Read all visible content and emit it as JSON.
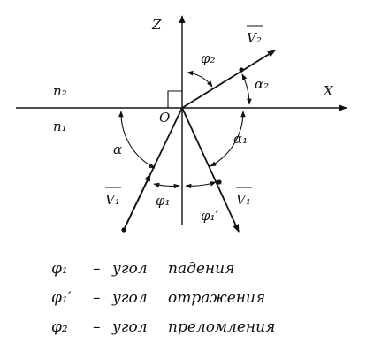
{
  "axes": {
    "z_label": "Z",
    "x_label": "X",
    "origin_label": "O"
  },
  "media": {
    "upper": "n₂",
    "lower": "n₁"
  },
  "vectors": {
    "refracted": "V₂",
    "incident": "V₁",
    "reflected": "V₁"
  },
  "angles": {
    "phi2": "φ₂",
    "phi1_left": "φ₁",
    "phi1_reflect": "φ₁′",
    "alpha": "α",
    "alpha1": "α₁",
    "alpha2": "α₂"
  },
  "legend": [
    {
      "symbol": "φ₁",
      "dash": "–",
      "word": "угол",
      "desc": "падения"
    },
    {
      "symbol": "φ₁′",
      "dash": "–",
      "word": "угол",
      "desc": "отражения"
    },
    {
      "symbol": "φ₂",
      "dash": "–",
      "word": "угол",
      "desc": "преломления"
    }
  ]
}
